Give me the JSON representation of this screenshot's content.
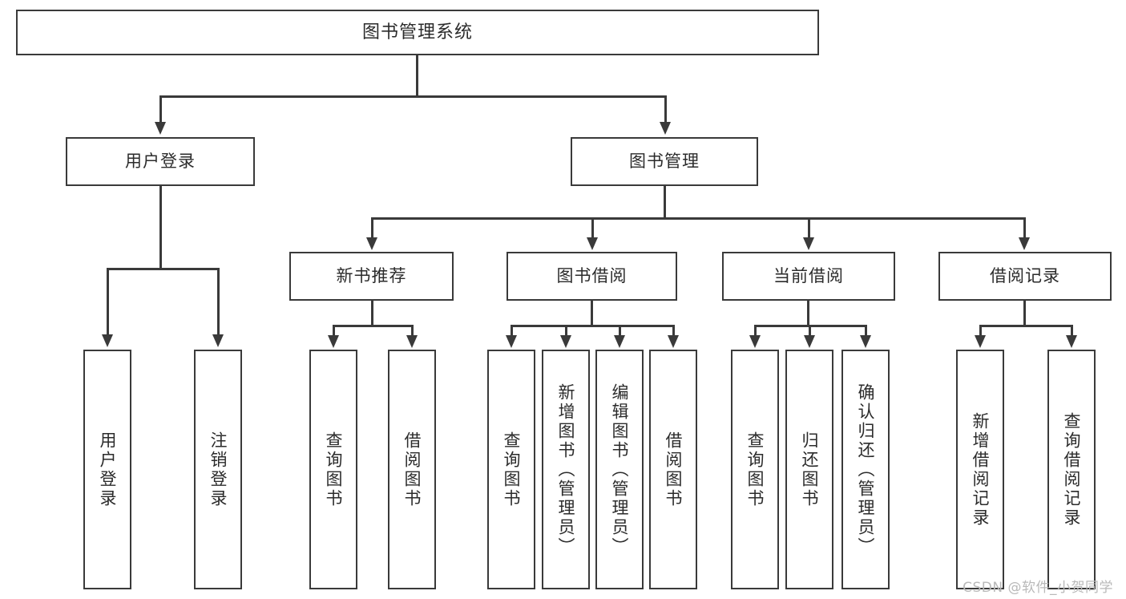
{
  "diagram": {
    "type": "tree-hierarchy-flowchart",
    "title": "图书管理系统",
    "watermark": "CSDN @软件_小贺同学",
    "colors": {
      "box_border": "#3a3a3a",
      "box_fill": "#ffffff",
      "connector": "#3a3a3a",
      "text": "#2b2b2b",
      "watermark": "#b9b9b9",
      "background": "#ffffff"
    },
    "root": {
      "label": "图书管理系统"
    },
    "level1": [
      {
        "id": "user-login",
        "label": "用户登录"
      },
      {
        "id": "book-management",
        "label": "图书管理"
      }
    ],
    "level2": [
      {
        "id": "new-book-recommend",
        "label": "新书推荐",
        "parent": "book-management"
      },
      {
        "id": "book-borrow",
        "label": "图书借阅",
        "parent": "book-management"
      },
      {
        "id": "current-borrow",
        "label": "当前借阅",
        "parent": "book-management"
      },
      {
        "id": "borrow-record",
        "label": "借阅记录",
        "parent": "book-management"
      }
    ],
    "leaves": [
      {
        "id": "leaf-user-login",
        "label": "用户登录",
        "parent": "user-login"
      },
      {
        "id": "leaf-logout",
        "label": "注销登录",
        "parent": "user-login"
      },
      {
        "id": "leaf-query-books-1",
        "label": "查询图书",
        "parent": "new-book-recommend"
      },
      {
        "id": "leaf-borrow-books-1",
        "label": "借阅图书",
        "parent": "new-book-recommend"
      },
      {
        "id": "leaf-query-books-2",
        "label": "查询图书",
        "parent": "book-borrow"
      },
      {
        "id": "leaf-add-book",
        "label": "新增图书（管理员）",
        "parent": "book-borrow"
      },
      {
        "id": "leaf-edit-book",
        "label": "编辑图书（管理员）",
        "parent": "book-borrow"
      },
      {
        "id": "leaf-borrow-books-2",
        "label": "借阅图书",
        "parent": "book-borrow"
      },
      {
        "id": "leaf-query-books-3",
        "label": "查询图书",
        "parent": "current-borrow"
      },
      {
        "id": "leaf-return-book",
        "label": "归还图书",
        "parent": "current-borrow"
      },
      {
        "id": "leaf-confirm-return",
        "label": "确认归还（管理员）",
        "parent": "current-borrow"
      },
      {
        "id": "leaf-add-record",
        "label": "新增借阅记录",
        "parent": "borrow-record"
      },
      {
        "id": "leaf-query-record",
        "label": "查询借阅记录",
        "parent": "borrow-record"
      }
    ]
  }
}
